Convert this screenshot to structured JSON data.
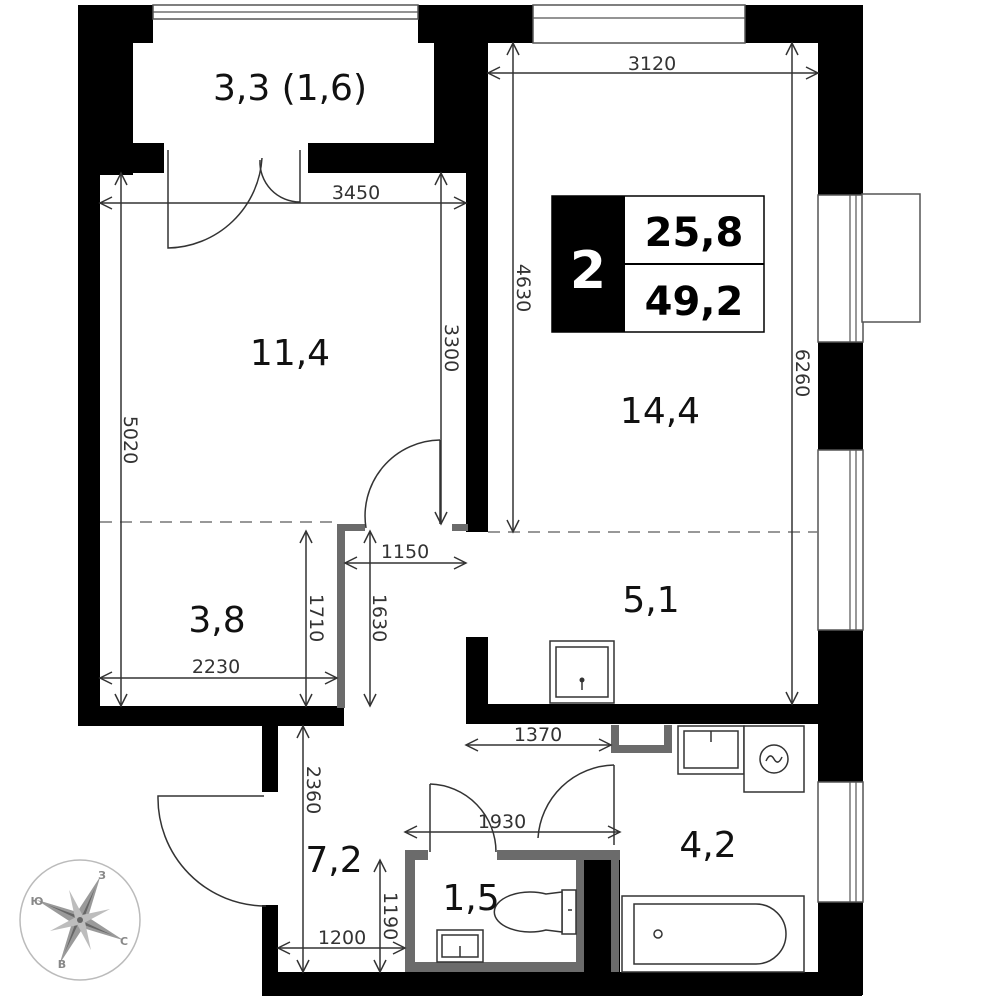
{
  "badge": {
    "rooms": "2",
    "living_area": "25,8",
    "total_area": "49,2"
  },
  "rooms": {
    "balcony": "3,3 (1,6)",
    "bedroom": "11,4",
    "living_room": "14,4",
    "alcove": "3,8",
    "kitchen": "5,1",
    "hallway": "7,2",
    "toilet": "1,5",
    "bathroom": "4,2"
  },
  "dimensions": {
    "living_width": "3120",
    "bedroom_width": "3450",
    "living_depth": "4630",
    "bedroom_depth": "3300",
    "total_depth": "6260",
    "left_depth": "5020",
    "corridor_width": "1150",
    "alcove_depth": "1710",
    "corridor_depth": "1630",
    "alcove_width": "2230",
    "kitchen_width": "1370",
    "hall_depth": "2360",
    "bath_width": "1930",
    "entry_width": "1200",
    "entry_depth": "1190"
  },
  "compass": {
    "north": "З",
    "west": "Ю",
    "east": "С",
    "south": "В"
  }
}
